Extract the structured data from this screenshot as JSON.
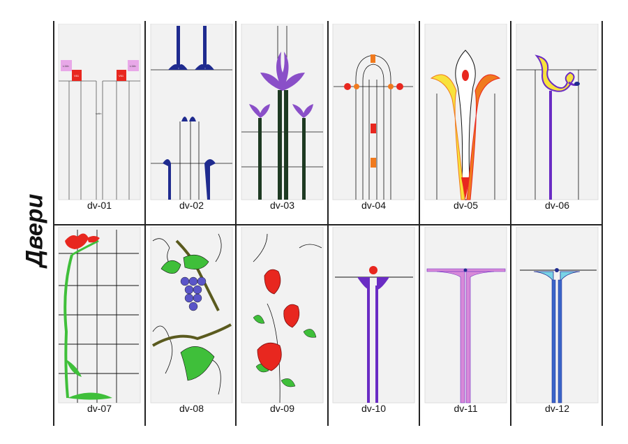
{
  "title": "Двери",
  "designs": [
    {
      "label": "dv-01",
      "notes": {
        "l1": "L11b",
        "r1": "L11b",
        "l2": "V61",
        "r2": "V61",
        "mid": "sotin"
      }
    },
    {
      "label": "dv-02"
    },
    {
      "label": "dv-03"
    },
    {
      "label": "dv-04"
    },
    {
      "label": "dv-05"
    },
    {
      "label": "dv-06"
    },
    {
      "label": "dv-07"
    },
    {
      "label": "dv-08"
    },
    {
      "label": "dv-09"
    },
    {
      "label": "dv-10"
    },
    {
      "label": "dv-11"
    },
    {
      "label": "dv-12"
    }
  ],
  "colors": {
    "lead": "#111111",
    "glass_bg": "#f2f2f2",
    "navy": "#1f2b8f",
    "violet": "#8a4fc8",
    "dark_green": "#1e3a22",
    "orange": "#f07a1e",
    "red": "#e8271f",
    "yellow": "#f8e23c",
    "purple": "#6a2cc4",
    "leaf_green": "#3fbf3a",
    "grape": "#5a55c8",
    "pink": "#d889d8",
    "blue": "#3a64c8",
    "teal": "#79d3e6"
  }
}
